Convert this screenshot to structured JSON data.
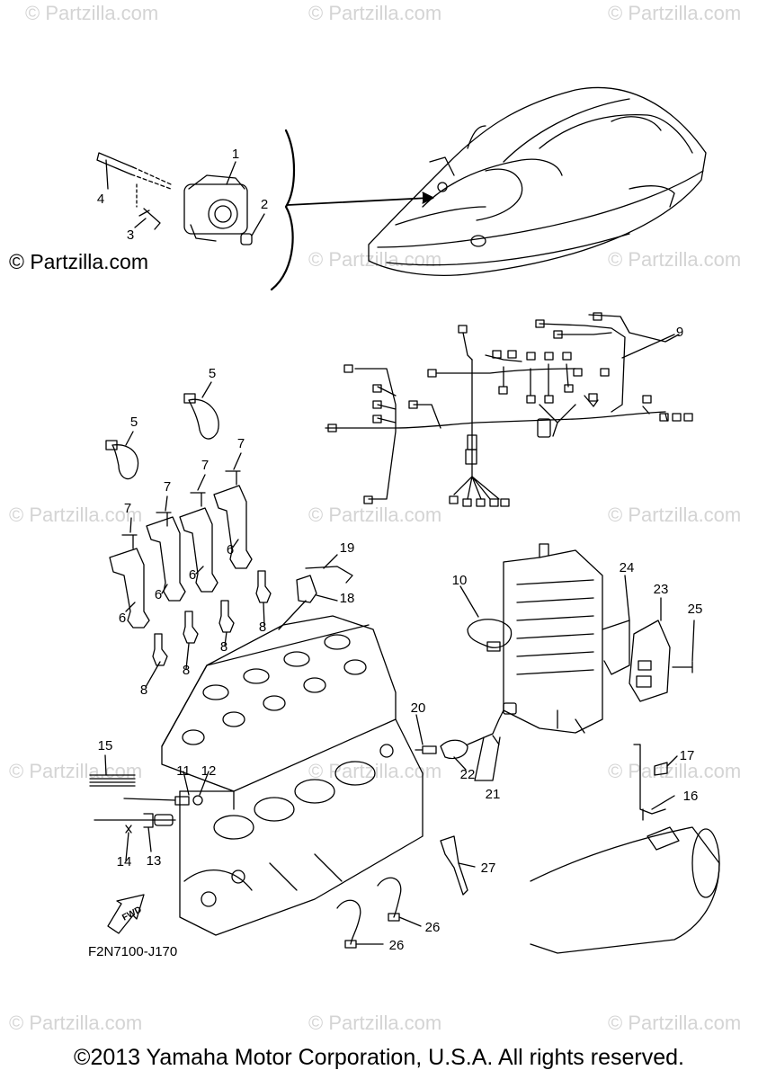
{
  "watermark": "© Partzilla.com",
  "figure_code": "F2N7100-J170",
  "copyright": "©2013 Yamaha Motor Corporation, U.S.A. All rights reserved.",
  "fwd_label": "FWD",
  "callouts": [
    "1",
    "2",
    "3",
    "4",
    "5",
    "5",
    "6",
    "6",
    "6",
    "6",
    "7",
    "7",
    "7",
    "7",
    "8",
    "8",
    "8",
    "8",
    "9",
    "10",
    "11",
    "12",
    "13",
    "14",
    "15",
    "16",
    "17",
    "18",
    "19",
    "20",
    "21",
    "22",
    "23",
    "24",
    "25",
    "26",
    "26",
    "27"
  ]
}
